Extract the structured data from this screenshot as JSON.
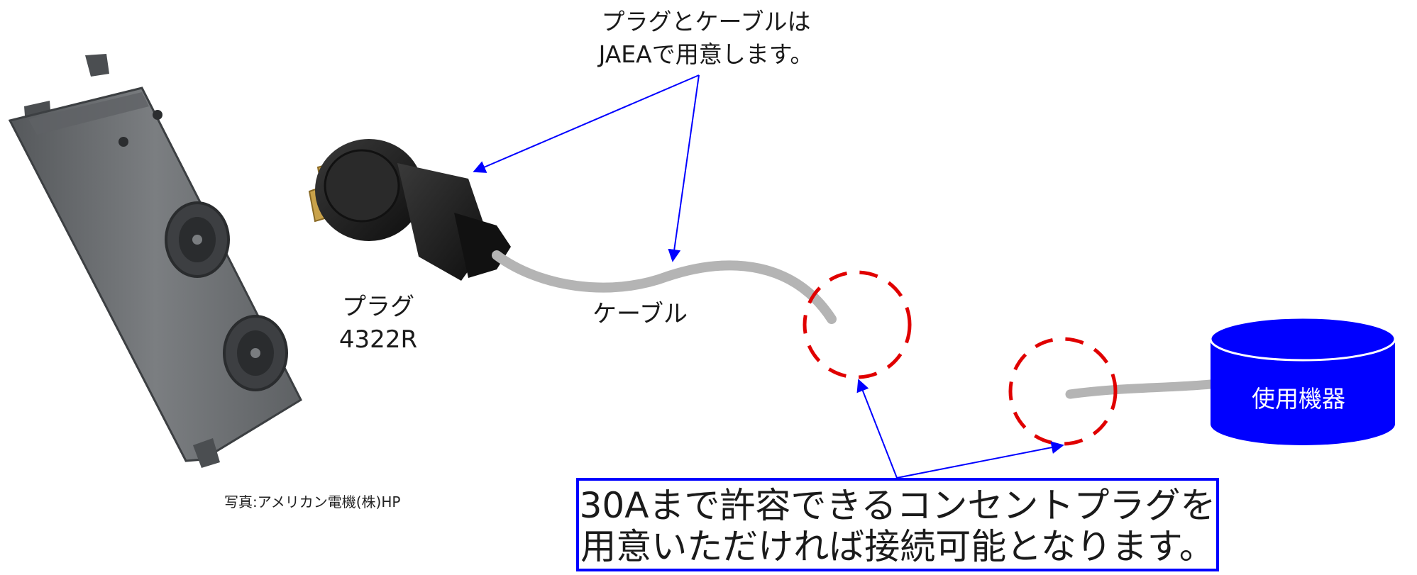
{
  "top_note": {
    "line1": "プラグとケーブルは",
    "line2": "JAEAで用意します。"
  },
  "plug_label": {
    "line1": "プラグ",
    "line2": "4322R"
  },
  "cable_label": "ケーブル",
  "photo_credit": "写真:アメリカン電機(株)HP",
  "device_label": "使用機器",
  "note_box": {
    "line1": "30Aまで許容できるコンセントプラグを",
    "line2": "用意いただければ接続可能となります。"
  },
  "colors": {
    "arrow": "#0000ff",
    "dashed_circle": "#e00000",
    "device": "#0000ff",
    "cable": "#b4b4b4",
    "outlet_body": "#6f7275",
    "plug_body": "#1b1b1b",
    "brass": "#c9a24a"
  },
  "icons": {
    "outlet": "power-strip-photo",
    "plug": "twist-lock-plug-photo",
    "device": "cylinder-device-icon"
  }
}
